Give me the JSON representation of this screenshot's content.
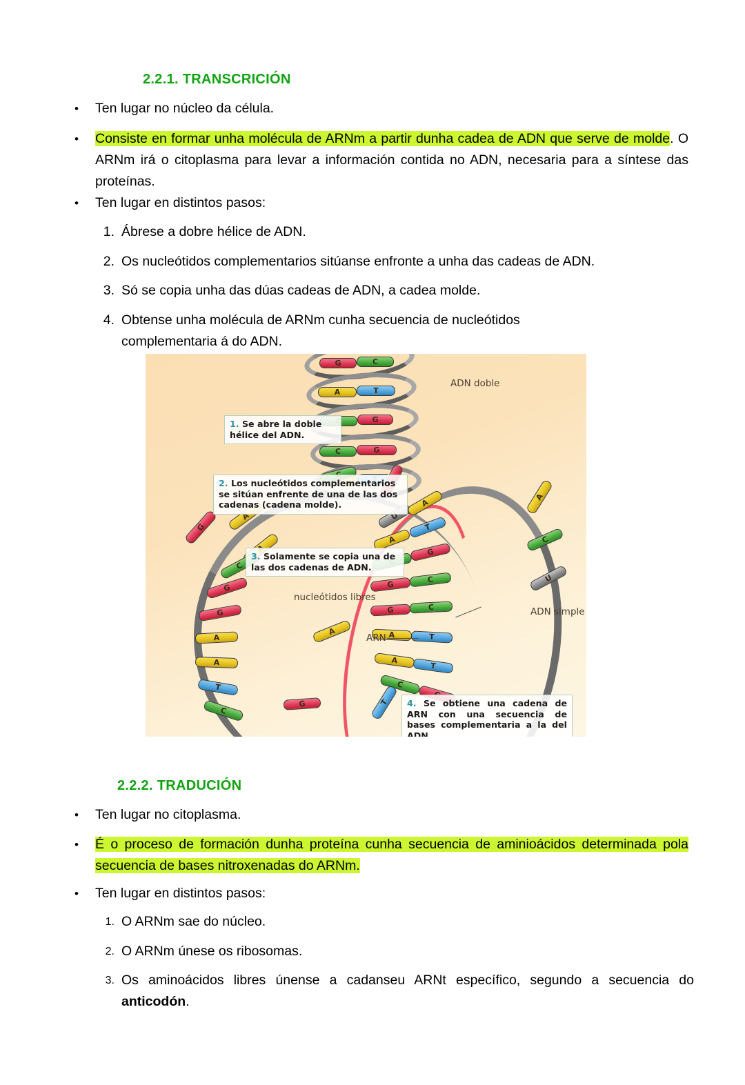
{
  "document": {
    "language": "gl",
    "colors": {
      "heading_green": "#12a312",
      "highlight_yellow_green": "#ccf62f",
      "figure_background": "#fbdfb4",
      "callout_number_blue": "#2b8fa8"
    }
  },
  "section_transcription": {
    "heading": "2.2.1. TRANSCRICIÓN",
    "bullets": [
      {
        "id": "b1",
        "text": "Ten lugar no núcleo da célula.",
        "highlight": null
      },
      {
        "id": "b2",
        "highlighted_text": "Consiste en formar unha molécula de ARNm a partir dunha cadea de ADN que serve de molde",
        "rest_text": ". O ARNm irá o citoplasma para levar a información contida no ADN, necesaria para a síntese das proteínas."
      },
      {
        "id": "b3",
        "text": "Ten lugar en distintos pasos:",
        "highlight": null
      }
    ],
    "steps": [
      {
        "marker": "1.",
        "text": "Ábrese a dobre hélice de ADN."
      },
      {
        "marker": "2.",
        "text": "Os nucleótidos complementarios sitúanse enfronte a unha das cadeas de ADN."
      },
      {
        "marker": "3.",
        "text": "Só se copia unha das dúas cadeas de ADN, a cadea molde."
      },
      {
        "marker": "4.",
        "text": "Obtense unha molécula de ARNm cunha secuencia de nucleótidos complementaria á do ADN."
      }
    ]
  },
  "figure": {
    "labels": {
      "adn_doble": "ADN doble",
      "adn_simple": "ADN simple",
      "arn": "ARN",
      "nucleotidos_libres": "nucleótidos libres"
    },
    "callouts": [
      {
        "number": "1.",
        "text": "Se abre la doble hélice del ADN."
      },
      {
        "number": "2.",
        "text": "Los nucleótidos complementarios se sitúan enfrente de una de las dos cadenas (cadena molde)."
      },
      {
        "number": "3.",
        "text": "Solamente se copia una de las dos cadenas de ADN."
      },
      {
        "number": "4.",
        "text": "Se obtiene una cadena de ARN con una secuencia de bases complementaria a la del ADN."
      }
    ],
    "left_strand_bases": [
      "A",
      "C",
      "G",
      "G",
      "A",
      "A",
      "T",
      "C"
    ],
    "right_pairs": [
      {
        "rna": "U",
        "dna": "A"
      },
      {
        "rna": "A",
        "dna": "T"
      },
      {
        "rna": "C",
        "dna": "G"
      },
      {
        "rna": "G",
        "dna": "C"
      },
      {
        "rna": "G",
        "dna": "C"
      },
      {
        "rna": "A",
        "dna": "T"
      },
      {
        "rna": "A",
        "dna": "T"
      },
      {
        "rna": "C",
        "dna": "G"
      }
    ],
    "free_nucleotides": [
      "G",
      "A",
      "A",
      "G",
      "A",
      "C",
      "U",
      "G",
      "A",
      "C",
      "U"
    ],
    "helix_bases": [
      "G",
      "C",
      "A",
      "T",
      "C",
      "G",
      "G",
      "C",
      "A",
      "T"
    ]
  },
  "section_translation": {
    "heading": "2.2.2.  TRADUCIÓN",
    "bullets": [
      {
        "id": "t1",
        "text": "Ten lugar no citoplasma."
      },
      {
        "id": "t2",
        "highlighted_text": "É o proceso de formación dunha proteína cunha secuencia de aminioácidos determinada pola secuencia de bases nitroxenadas do ARNm."
      },
      {
        "id": "t3",
        "text": "Ten lugar en distintos pasos:"
      }
    ],
    "steps": [
      {
        "marker": "1.",
        "text": "O ARNm sae do núcleo."
      },
      {
        "marker": "2.",
        "text": "O ARNm únese os ribosomas."
      },
      {
        "marker": "3.",
        "text_before": "Os aminoácidos libres únense a cadanseu ARNt específico, segundo a secuencia do ",
        "bold": "anticodón",
        "text_after": "."
      }
    ]
  }
}
